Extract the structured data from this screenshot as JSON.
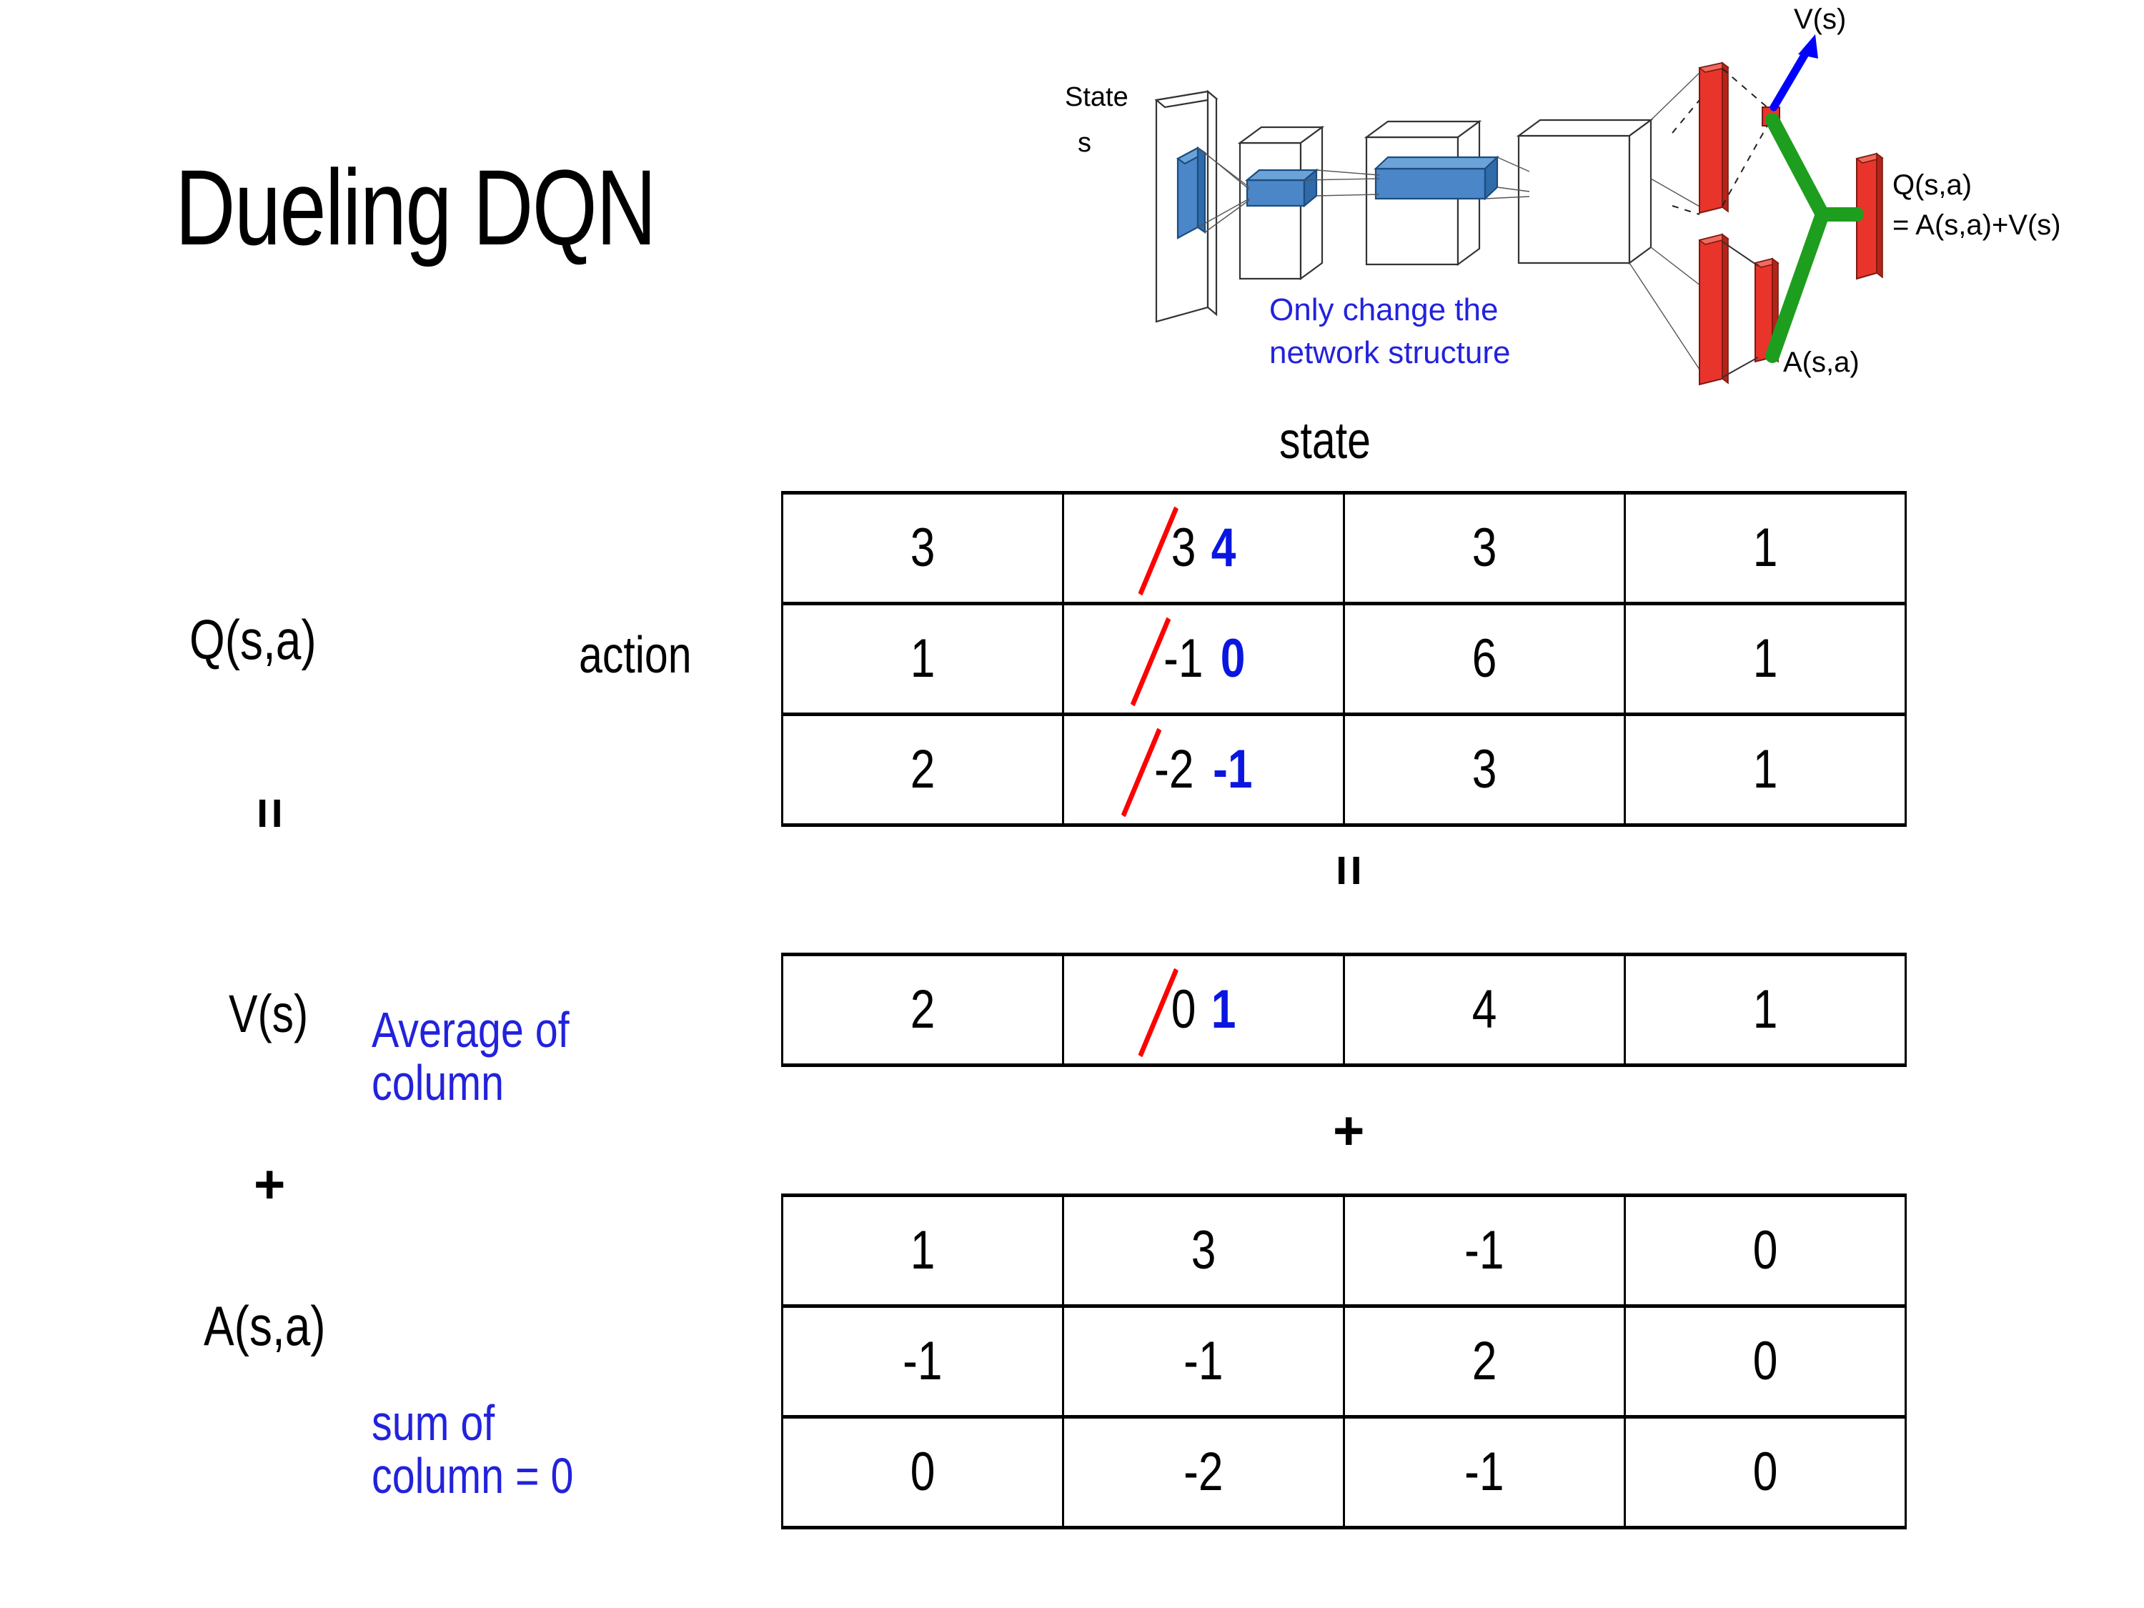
{
  "slide": {
    "title": "Dueling DQN"
  },
  "diagram": {
    "input_label_line1": "State",
    "input_label_line2": "s",
    "value_output_label": "V(s)",
    "advantage_output_label": "A(s,a)",
    "q_output_label_line1": "Q(s,a)",
    "q_output_label_line2": "= A(s,a)+V(s)",
    "note_line1": "Only change the",
    "note_line2": "network structure",
    "note_color": "#2222DD",
    "value_arrow_color": "#0000FF",
    "combine_color": "#1E9E1E",
    "output_bar_color": "#E8342A",
    "conv_block_color": "#4A86C8"
  },
  "labels": {
    "state_axis": "state",
    "action_axis": "action",
    "q_label": "Q(s,a)",
    "v_label": "V(s)",
    "a_label": "A(s,a)",
    "avg_note_line1": "Average of",
    "avg_note_line2": "column",
    "sum_note_line1": "sum of",
    "sum_note_line2": "column = 0",
    "note_color": "#2222DD",
    "equals_op": "=",
    "plus_op": "+"
  },
  "chart_data": {
    "type": "table",
    "title": "Dueling DQN decomposition Q(s,a) = V(s) + A(s,a)",
    "xlabel": "state",
    "ylabel": "action",
    "edit_old_color": "#000000",
    "edit_new_color": "#0a16e0",
    "strike_color": "#FF0000",
    "tables": [
      {
        "name": "Q(s,a)",
        "rows": [
          [
            {
              "value": "3"
            },
            {
              "value": "3",
              "struck": true,
              "replacement": "4"
            },
            {
              "value": "3"
            },
            {
              "value": "1"
            }
          ],
          [
            {
              "value": "1"
            },
            {
              "value": "-1",
              "struck": true,
              "replacement": "0"
            },
            {
              "value": "6"
            },
            {
              "value": "1"
            }
          ],
          [
            {
              "value": "2"
            },
            {
              "value": "-2",
              "struck": true,
              "replacement": "-1"
            },
            {
              "value": "3"
            },
            {
              "value": "1"
            }
          ]
        ]
      },
      {
        "name": "V(s)",
        "rows": [
          [
            {
              "value": "2"
            },
            {
              "value": "0",
              "struck": true,
              "replacement": "1"
            },
            {
              "value": "4"
            },
            {
              "value": "1"
            }
          ]
        ]
      },
      {
        "name": "A(s,a)",
        "rows": [
          [
            {
              "value": "1"
            },
            {
              "value": "3"
            },
            {
              "value": "-1"
            },
            {
              "value": "0"
            }
          ],
          [
            {
              "value": "-1"
            },
            {
              "value": "-1"
            },
            {
              "value": "2"
            },
            {
              "value": "0"
            }
          ],
          [
            {
              "value": "0"
            },
            {
              "value": "-2"
            },
            {
              "value": "-1"
            },
            {
              "value": "0"
            }
          ]
        ]
      }
    ]
  }
}
